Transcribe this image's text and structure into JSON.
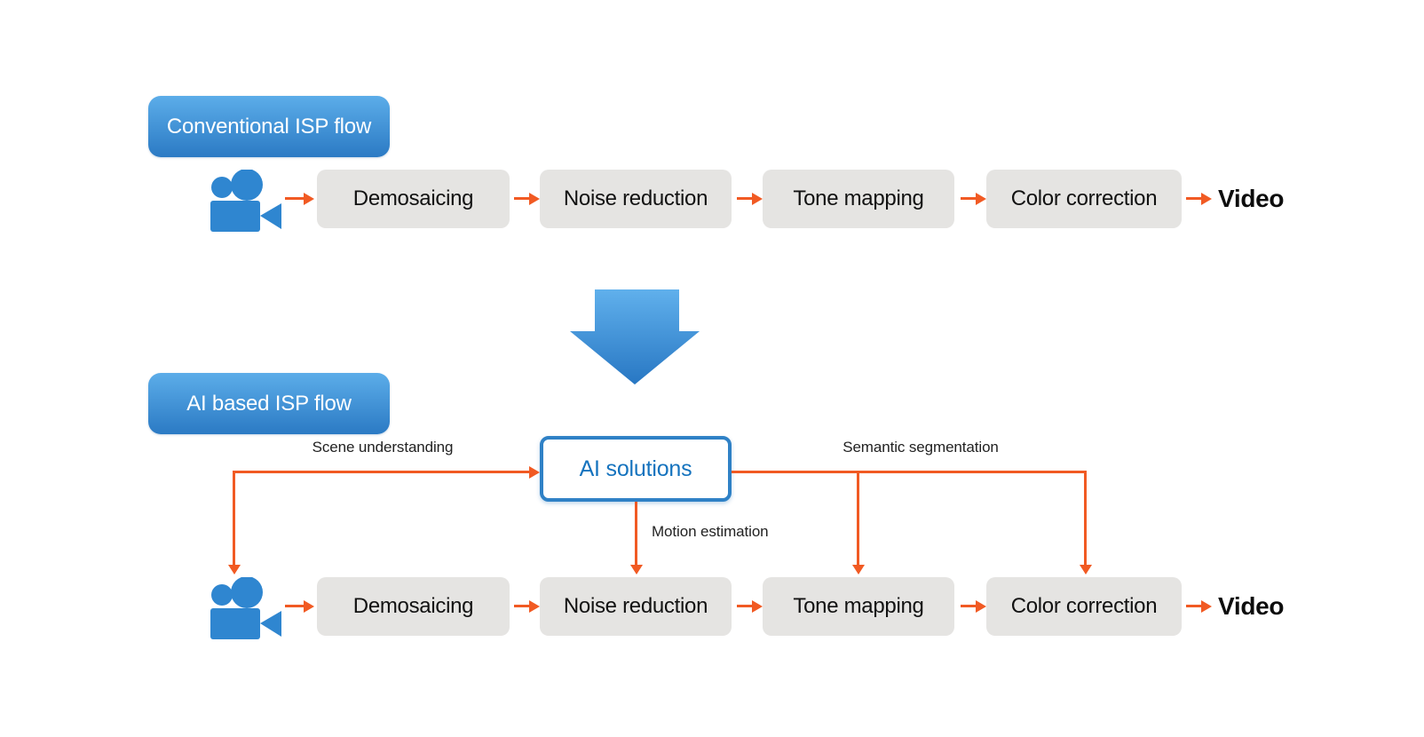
{
  "diagram": {
    "conventional": {
      "label": "Conventional ISP flow",
      "stages": [
        "Demosaicing",
        "Noise reduction",
        "Tone mapping",
        "Color correction"
      ],
      "output": "Video"
    },
    "ai": {
      "label": "AI based ISP flow",
      "solution_box": "AI solutions",
      "annotations": {
        "scene": "Scene understanding",
        "motion": "Motion estimation",
        "semantic": "Semantic segmentation"
      },
      "stages": [
        "Demosaicing",
        "Noise reduction",
        "Tone mapping",
        "Color correction"
      ],
      "output": "Video"
    },
    "icons": {
      "camera": "video-camera-icon",
      "transition": "big-down-arrow-icon"
    },
    "colors": {
      "accent_orange": "#f15a23",
      "brand_blue": "#2b7ac4",
      "brand_blue_light": "#5cade9",
      "stage_box_bg": "#e5e4e2",
      "ai_text_blue": "#1573be",
      "camera_blue": "#2f86d0"
    }
  }
}
